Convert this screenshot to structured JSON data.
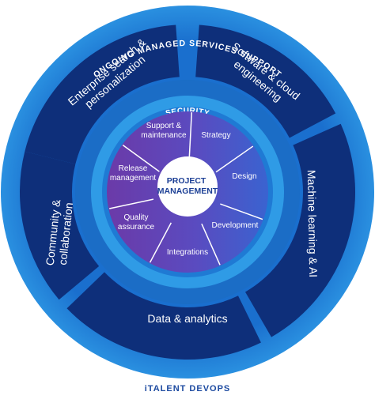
{
  "outer_ring": {
    "title": "ONGOING MANAGED SERVICES SUPPORT",
    "segments": [
      {
        "id": "enterprise",
        "lines": [
          "Enterprise search &",
          "personalization"
        ]
      },
      {
        "id": "software",
        "lines": [
          "Software & cloud",
          "engineering"
        ]
      },
      {
        "id": "machine",
        "lines": [
          "Machine learning & AI"
        ]
      },
      {
        "id": "data",
        "lines": [
          "Data & analytics"
        ]
      },
      {
        "id": "community",
        "lines": [
          "Community &",
          "collaboration"
        ]
      }
    ]
  },
  "security_ring": {
    "title": "SECURITY"
  },
  "inner_wheel": {
    "segments": [
      {
        "id": "support",
        "lines": [
          "Support &",
          "maintenance"
        ]
      },
      {
        "id": "strategy",
        "lines": [
          "Strategy"
        ]
      },
      {
        "id": "design",
        "lines": [
          "Design"
        ]
      },
      {
        "id": "development",
        "lines": [
          "Development"
        ]
      },
      {
        "id": "integrations",
        "lines": [
          "Integrations"
        ]
      },
      {
        "id": "quality",
        "lines": [
          "Quality",
          "assurance"
        ]
      },
      {
        "id": "release",
        "lines": [
          "Release",
          "management"
        ]
      }
    ]
  },
  "center": {
    "lines": [
      "PROJECT",
      "MANAGEMENT"
    ]
  },
  "caption": "iTALENT DEVOPS",
  "colors": {
    "outer_ring": "#1f7fd6",
    "outer_segment": "#0e2f7a",
    "divider": "#1a8ae0",
    "middle_ring": "#1c6fc8",
    "security_band": "#2f9be6",
    "inner_purple": "#6a3aa8",
    "inner_blue": "#3a63d0",
    "center": "#ffffff",
    "center_text": "#1c3f95",
    "caption": "#1c4aa0"
  }
}
